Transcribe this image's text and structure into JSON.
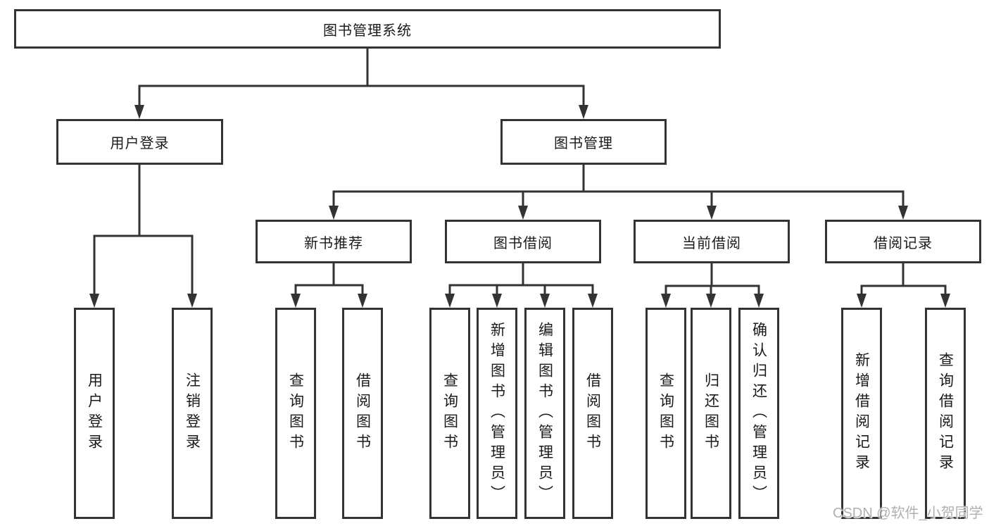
{
  "diagram": {
    "root": {
      "label": "图书管理系统",
      "children": [
        {
          "label": "用户登录",
          "children": [
            {
              "label": "用户登录"
            },
            {
              "label": "注销登录"
            }
          ]
        },
        {
          "label": "图书管理",
          "children": [
            {
              "label": "新书推荐",
              "children": [
                {
                  "label": "查询图书"
                },
                {
                  "label": "借阅图书"
                }
              ]
            },
            {
              "label": "图书借阅",
              "children": [
                {
                  "label": "查询图书"
                },
                {
                  "label": "新增图书（管理员）"
                },
                {
                  "label": "编辑图书（管理员）"
                },
                {
                  "label": "借阅图书"
                }
              ]
            },
            {
              "label": "当前借阅",
              "children": [
                {
                  "label": "查询图书"
                },
                {
                  "label": "归还图书"
                },
                {
                  "label": "确认归还（管理员）"
                }
              ]
            },
            {
              "label": "借阅记录",
              "children": [
                {
                  "label": "新增借阅记录"
                },
                {
                  "label": "查询借阅记录"
                }
              ]
            }
          ]
        }
      ]
    }
  },
  "watermark": {
    "text": "CSDN @软件_小贺同学"
  },
  "colors": {
    "line": "#333333",
    "box_border": "#333333",
    "box_fill": "#ffffff",
    "text": "#1a1a1a",
    "watermark": "#b0b0b0",
    "background": "#ffffff"
  }
}
